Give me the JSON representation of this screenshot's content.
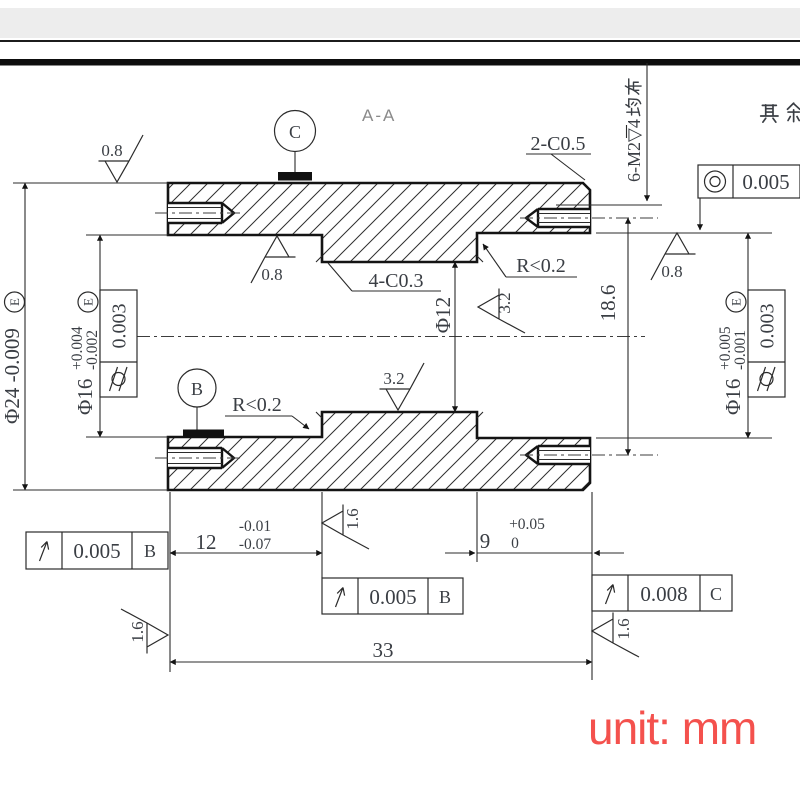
{
  "banner": {
    "view_label": "A-A",
    "general_note": "其余"
  },
  "notes": {
    "thread_callout_full": "6-M2▽4均布",
    "thread_callout_latin": "6-M2▽4",
    "thread_callout_cjk": "均布",
    "chamfer_outer": "2-C0.5",
    "chamfer_bore": "4-C0.3",
    "fillet_upper": "R<0.2",
    "fillet_lower": "R<0.2",
    "unit_note": "unit: mm"
  },
  "roughness": {
    "outer_top": "0.8",
    "bore_left": "0.8",
    "bore_right": "0.8",
    "mid_wall": "3.2",
    "mid_floor": "3.2",
    "face_left": "1.6",
    "step_mid": "1.6",
    "face_right": "1.6"
  },
  "datums": {
    "b": "B",
    "c": "C"
  },
  "dims": {
    "outer_dia": {
      "text": "Φ24 -0.009",
      "env": "E"
    },
    "left_bore": {
      "dia": "Φ16",
      "upper": "+0.004",
      "lower": "-0.002",
      "env": "E"
    },
    "right_bore": {
      "dia": "Φ16",
      "upper": "+0.005",
      "lower": "-0.001",
      "env": "E"
    },
    "mid_bore": "Φ12",
    "bolt_circle": "18.6",
    "left_depth": {
      "value": "12",
      "upper": "-0.01",
      "lower": "-0.07"
    },
    "right_depth": {
      "value": "9",
      "upper": "+0.05",
      "lower": "0"
    },
    "overall_len": "33"
  },
  "gdt": {
    "concentricity": {
      "value": "0.005"
    },
    "cylindricity_left": {
      "value": "0.003"
    },
    "cylindricity_right": {
      "value": "0.003"
    },
    "runout_left": {
      "value": "0.005",
      "datum": "B"
    },
    "runout_mid": {
      "value": "0.005",
      "datum": "B"
    },
    "runout_right": {
      "value": "0.008",
      "datum": "C"
    }
  },
  "colors": {
    "accent_red": "#f4514d",
    "line": "#1a1a1a",
    "dim_text": "#3a3e44",
    "band_gray": "#ededed"
  }
}
